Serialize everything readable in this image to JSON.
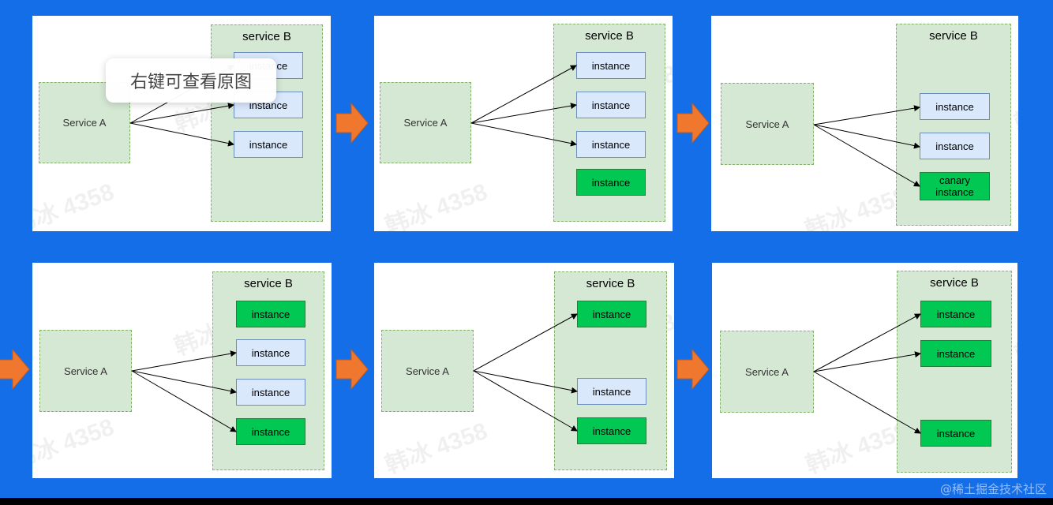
{
  "diagram": {
    "service_a_label": "Service A",
    "service_b_label": "service B",
    "instance_label": "instance",
    "canary_label": "canary instance",
    "colors": {
      "background": "#146ee8",
      "service_fill": "#d5e8d4",
      "instance_fill": "#dae8fc",
      "new_instance_fill": "#00c853",
      "arrow": "#f0782e"
    }
  },
  "tooltip": "右键可查看原图",
  "watermark": "韩冰 4358",
  "footer": "@稀土掘金技术社区"
}
